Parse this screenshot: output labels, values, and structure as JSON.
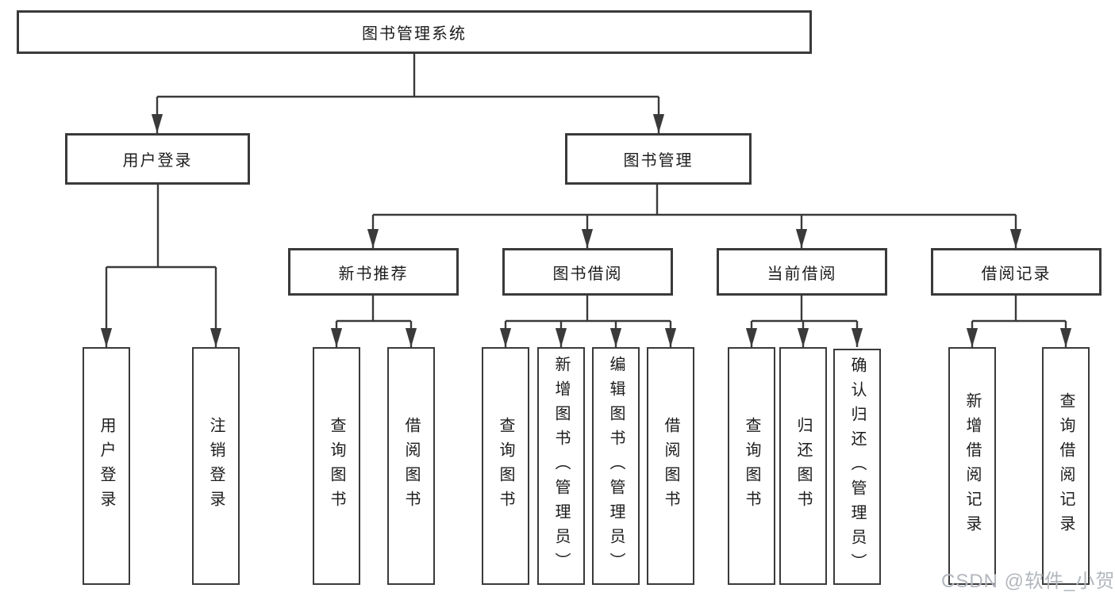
{
  "diagram": {
    "type": "hierarchy-flowchart",
    "watermark": "CSDN @软件_小贺同学",
    "colors": {
      "background": "#ffffff",
      "line": "#3a3a3a",
      "text": "#1c1c1c",
      "watermark": "#b3b7bd"
    },
    "tree": {
      "label": "图书管理系统",
      "children": [
        {
          "label": "用户登录",
          "children": [
            {
              "label": "用户登录"
            },
            {
              "label": "注销登录"
            }
          ]
        },
        {
          "label": "图书管理",
          "children": [
            {
              "label": "新书推荐",
              "children": [
                {
                  "label": "查询图书"
                },
                {
                  "label": "借阅图书"
                }
              ]
            },
            {
              "label": "图书借阅",
              "children": [
                {
                  "label": "查询图书"
                },
                {
                  "label": "新增图书（管理员）"
                },
                {
                  "label": "编辑图书（管理员）"
                },
                {
                  "label": "借阅图书"
                }
              ]
            },
            {
              "label": "当前借阅",
              "children": [
                {
                  "label": "查询图书"
                },
                {
                  "label": "归还图书"
                },
                {
                  "label": "确认归还（管理员）"
                }
              ]
            },
            {
              "label": "借阅记录",
              "children": [
                {
                  "label": "新增借阅记录"
                },
                {
                  "label": "查询借阅记录"
                }
              ]
            }
          ]
        }
      ]
    }
  }
}
